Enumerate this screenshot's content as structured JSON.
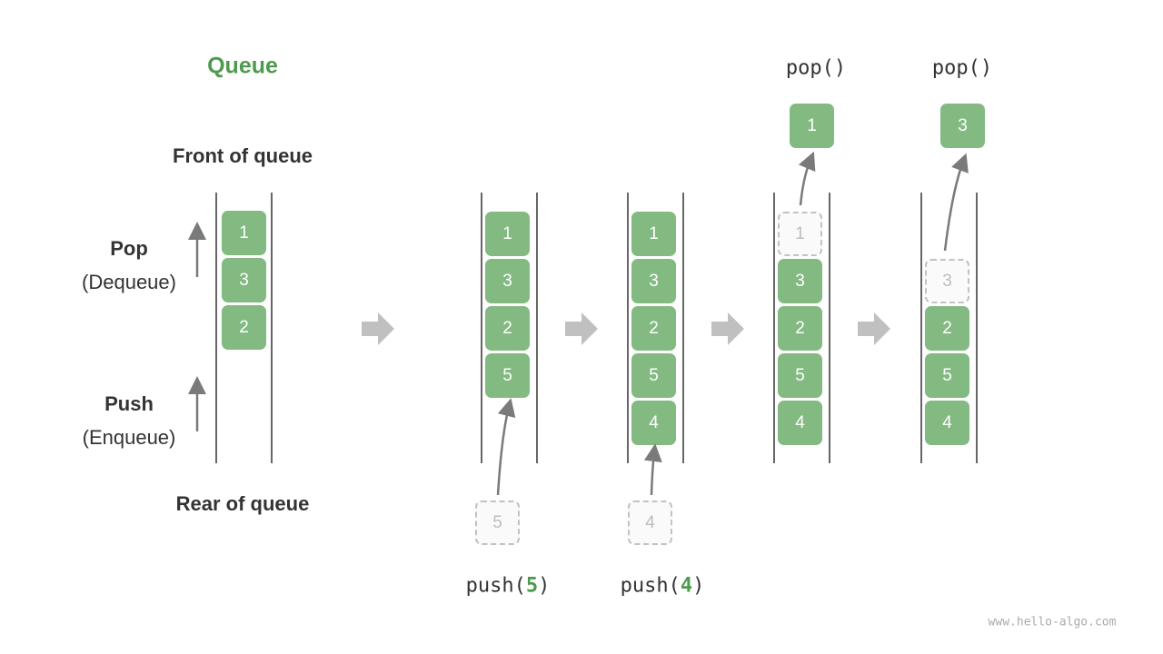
{
  "title": "Queue",
  "labels": {
    "front": "Front of queue",
    "rear": "Rear of queue",
    "pop": "Pop",
    "dequeue": "(Dequeue)",
    "push": "Push",
    "enqueue": "(Enqueue)"
  },
  "operations": [
    {
      "fn": "push(",
      "arg": "5",
      "close": ")"
    },
    {
      "fn": "push(",
      "arg": "4",
      "close": ")"
    },
    {
      "fn": "pop()"
    },
    {
      "fn": "pop()"
    }
  ],
  "states": [
    {
      "items": [
        "1",
        "3",
        "2"
      ]
    },
    {
      "items": [
        "1",
        "3",
        "2",
        "5"
      ],
      "incoming": "5"
    },
    {
      "items": [
        "1",
        "3",
        "2",
        "5",
        "4"
      ],
      "incoming": "4"
    },
    {
      "items": [
        "1",
        "3",
        "2",
        "5",
        "4"
      ],
      "removed": "1",
      "ghost_index": 0
    },
    {
      "items": [
        "3",
        "2",
        "5",
        "4"
      ],
      "removed": "3",
      "ghost_index": 0
    }
  ],
  "colors": {
    "element": "#82ba82",
    "accent": "#4e9a4e",
    "arrow": "#c0c0c0"
  },
  "watermark": "www.hello-algo.com"
}
